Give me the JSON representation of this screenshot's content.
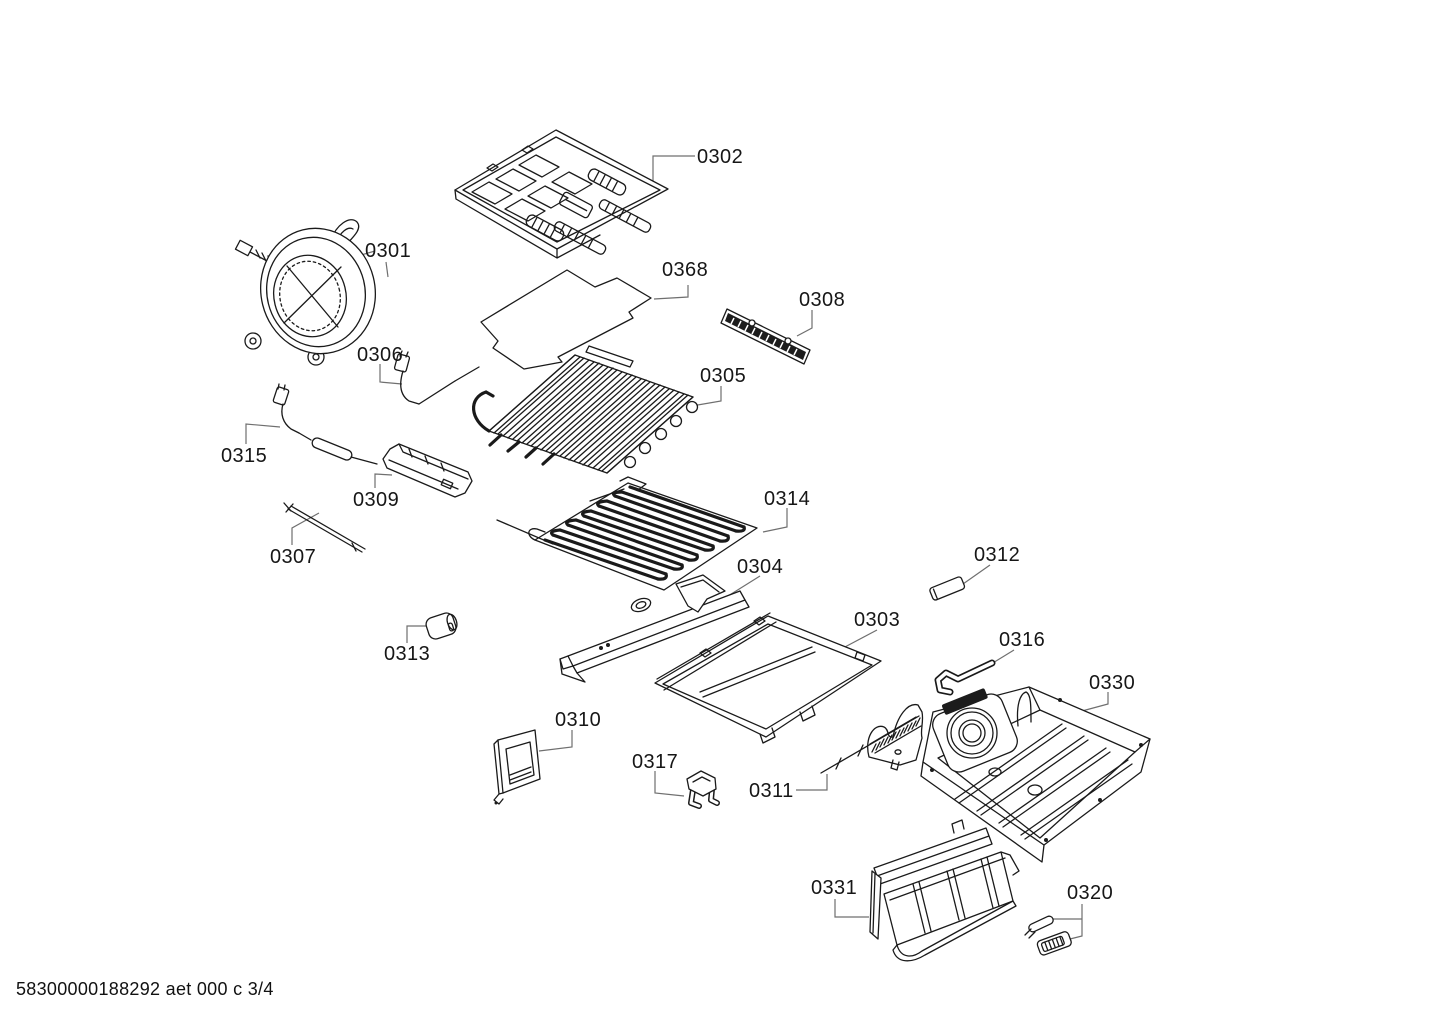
{
  "document": {
    "type": "exploded-parts-diagram",
    "footer": "58300000188292 aet 000 c 3/4"
  },
  "colors": {
    "line": "#1a1a1a",
    "leader": "#6f6f6f",
    "background": "#ffffff"
  },
  "parts": [
    {
      "id": "0301"
    },
    {
      "id": "0302"
    },
    {
      "id": "0303"
    },
    {
      "id": "0304"
    },
    {
      "id": "0305"
    },
    {
      "id": "0306"
    },
    {
      "id": "0307"
    },
    {
      "id": "0308"
    },
    {
      "id": "0309"
    },
    {
      "id": "0310"
    },
    {
      "id": "0311"
    },
    {
      "id": "0312"
    },
    {
      "id": "0313"
    },
    {
      "id": "0314"
    },
    {
      "id": "0315"
    },
    {
      "id": "0316"
    },
    {
      "id": "0317"
    },
    {
      "id": "0320"
    },
    {
      "id": "0330"
    },
    {
      "id": "0331"
    },
    {
      "id": "0368"
    }
  ]
}
